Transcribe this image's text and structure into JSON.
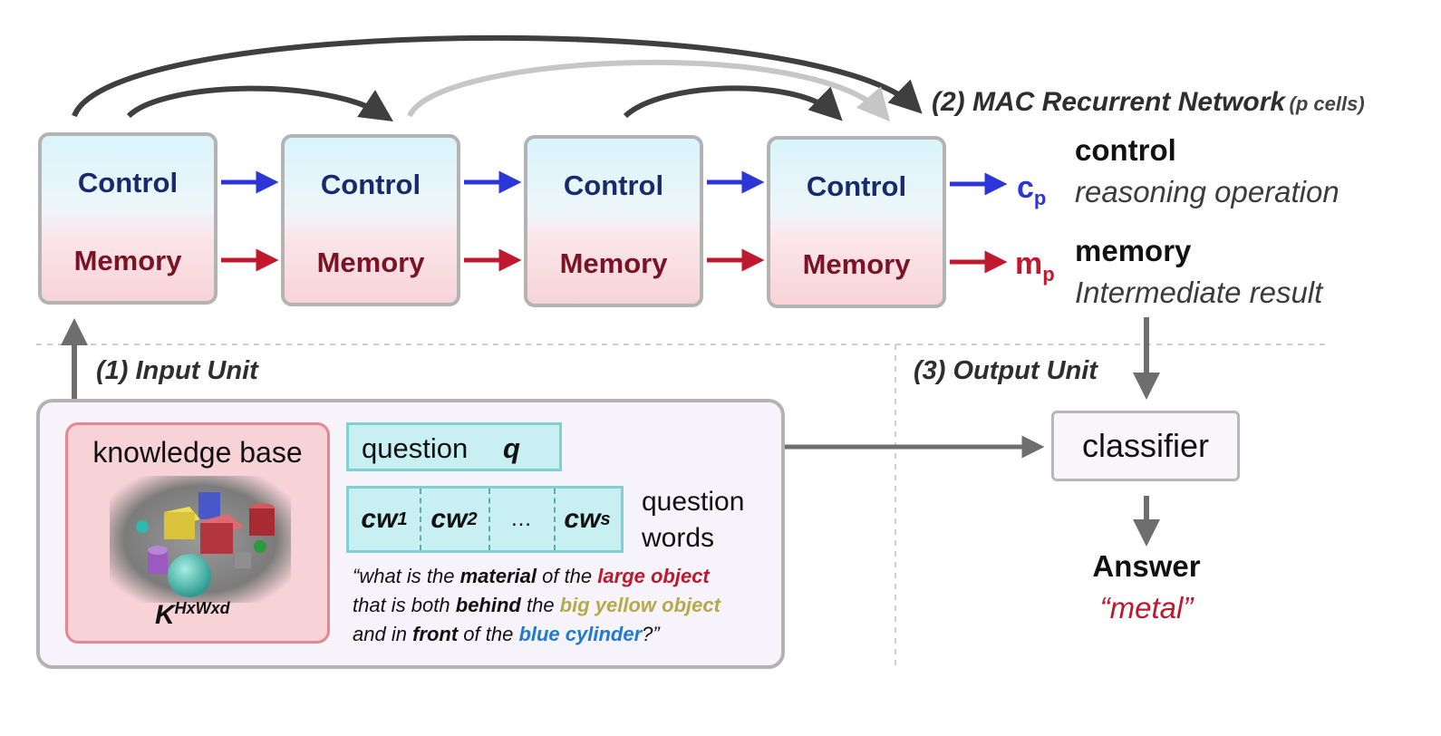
{
  "mac_network": {
    "title": "(2) MAC Recurrent Network",
    "subtitle": "(p cells)",
    "cells": [
      {
        "control": "Control",
        "memory": "Memory"
      },
      {
        "control": "Control",
        "memory": "Memory"
      },
      {
        "control": "Control",
        "memory": "Memory"
      },
      {
        "control": "Control",
        "memory": "Memory"
      }
    ],
    "control_output": {
      "symbol": "c",
      "subscript": "p",
      "name": "control",
      "description": "reasoning operation"
    },
    "memory_output": {
      "symbol": "m",
      "subscript": "p",
      "name": "memory",
      "description": "Intermediate result"
    }
  },
  "input_unit": {
    "title": "(1) Input Unit",
    "knowledge_base": {
      "label": "knowledge base",
      "symbol": "K",
      "superscript": "HxWxd"
    },
    "question": {
      "label": "question",
      "symbol": "q"
    },
    "question_words": {
      "label_line1": "question",
      "label_line2": "words",
      "cells": [
        {
          "text": "cw",
          "sub": "1"
        },
        {
          "text": "cw",
          "sub": "2"
        },
        {
          "text": "…",
          "sub": ""
        },
        {
          "text": "cw",
          "sub": "s"
        }
      ]
    },
    "question_text": {
      "line1": [
        {
          "t": "“what is the ",
          "style": "plain"
        },
        {
          "t": "material",
          "style": "bold"
        },
        {
          "t": " of the ",
          "style": "plain"
        },
        {
          "t": "large object",
          "style": "red"
        }
      ],
      "line2": [
        {
          "t": "that is both ",
          "style": "plain"
        },
        {
          "t": "behind",
          "style": "bold"
        },
        {
          "t": " the ",
          "style": "plain"
        },
        {
          "t": "big yellow object",
          "style": "yellow"
        }
      ],
      "line3": [
        {
          "t": "and in ",
          "style": "plain"
        },
        {
          "t": "front",
          "style": "bold"
        },
        {
          "t": " of the ",
          "style": "plain"
        },
        {
          "t": "blue cylinder",
          "style": "blue"
        },
        {
          "t": "?”",
          "style": "plain"
        }
      ]
    }
  },
  "output_unit": {
    "title": "(3) Output Unit",
    "classifier": "classifier",
    "answer_label": "Answer",
    "answer_value": "“metal”"
  },
  "colors": {
    "control_arrow": "#2b35d8",
    "memory_arrow": "#c0182e",
    "dark_arrow": "#3f3f3f",
    "light_arrow": "#c6c6c6",
    "grey_arrow": "#6e6e6e",
    "red_text": "#c0182e",
    "yellow_text": "#b5a94a",
    "blue_text": "#1f7ad4",
    "control_text": "#172a6e",
    "memory_text": "#7a1424"
  }
}
